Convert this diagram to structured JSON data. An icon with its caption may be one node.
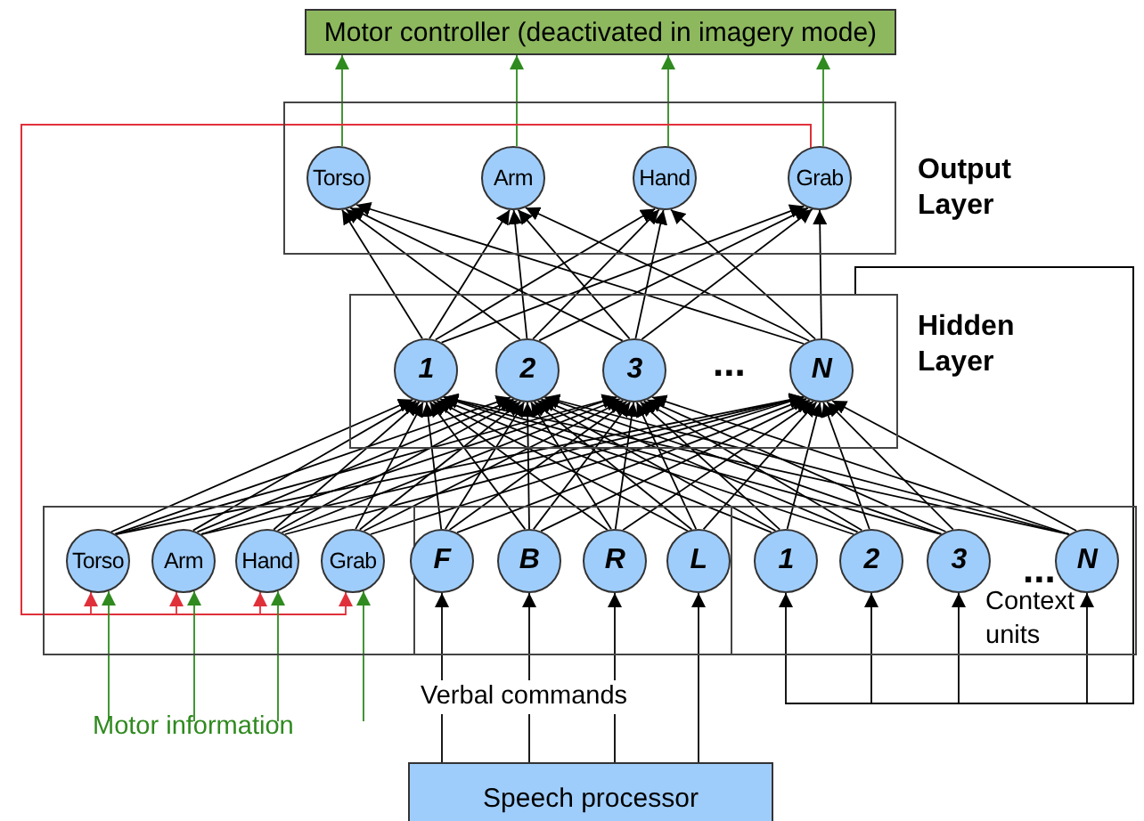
{
  "diagram": {
    "nodes": [
      {
        "text": [
          "Motor controller (deactivated in imagery mode)"
        ]
      },
      {
        "text": [
          "Output Layer"
        ]
      },
      {
        "text": [
          "Torso"
        ],
        "in": 1
      },
      {
        "text": [
          "Arm"
        ],
        "in": 1
      },
      {
        "text": [
          "Hand"
        ],
        "in": 1
      },
      {
        "text": [
          "Grab"
        ],
        "in": 1
      },
      {
        "text": [
          "Hidden Layer"
        ]
      },
      {
        "text": [
          "1"
        ],
        "in": 6
      },
      {
        "text": [
          "2"
        ],
        "in": 6
      },
      {
        "text": [
          "3"
        ],
        "in": 6
      },
      {
        "text": [
          "N"
        ],
        "in": 6
      },
      {
        "text": [],
        "shape": "box"
      },
      {
        "text": [
          "Torso"
        ],
        "in": 11
      },
      {
        "text": [
          "Arm"
        ],
        "in": 11
      },
      {
        "text": [
          "Hand"
        ],
        "in": 11
      },
      {
        "text": [
          "Grab"
        ],
        "in": 11
      },
      {
        "text": [],
        "shape": "box"
      },
      {
        "text": [
          "F"
        ],
        "in": 16
      },
      {
        "text": [
          "B"
        ],
        "in": 16
      },
      {
        "text": [
          "R"
        ],
        "in": 16
      },
      {
        "text": [
          "L"
        ],
        "in": 16
      },
      {
        "text": [
          "Context units"
        ]
      },
      {
        "text": [
          "1"
        ],
        "in": 21
      },
      {
        "text": [
          "2"
        ],
        "in": 21
      },
      {
        "text": [
          "3"
        ],
        "in": 21
      },
      {
        "text": [
          "N"
        ],
        "in": 21
      },
      {
        "text": [
          "Speech processor"
        ]
      },
      {
        "text": [
          "Motor information"
        ]
      }
    ],
    "edges": [
      {
        "from": 2,
        "to": 0,
        "arrow": "to",
        "color": "#2f8a1f"
      },
      {
        "from": 3,
        "to": 0,
        "arrow": "to",
        "color": "#2f8a1f"
      },
      {
        "from": 4,
        "to": 0,
        "arrow": "to",
        "color": "#2f8a1f"
      },
      {
        "from": 5,
        "to": 0,
        "arrow": "to",
        "color": "#2f8a1f"
      },
      {
        "from": 7,
        "to": 2,
        "arrow": "to"
      },
      {
        "from": 7,
        "to": 3,
        "arrow": "to"
      },
      {
        "from": 7,
        "to": 4,
        "arrow": "to"
      },
      {
        "from": 7,
        "to": 5,
        "arrow": "to"
      },
      {
        "from": 8,
        "to": 2,
        "arrow": "to"
      },
      {
        "from": 8,
        "to": 3,
        "arrow": "to"
      },
      {
        "from": 8,
        "to": 4,
        "arrow": "to"
      },
      {
        "from": 8,
        "to": 5,
        "arrow": "to"
      },
      {
        "from": 9,
        "to": 2,
        "arrow": "to"
      },
      {
        "from": 9,
        "to": 3,
        "arrow": "to"
      },
      {
        "from": 9,
        "to": 4,
        "arrow": "to"
      },
      {
        "from": 9,
        "to": 5,
        "arrow": "to"
      },
      {
        "from": 10,
        "to": 2,
        "arrow": "to"
      },
      {
        "from": 10,
        "to": 3,
        "arrow": "to"
      },
      {
        "from": 10,
        "to": 4,
        "arrow": "to"
      },
      {
        "from": 10,
        "to": 5,
        "arrow": "to"
      },
      {
        "from": 12,
        "to": 7,
        "arrow": "to"
      },
      {
        "from": 12,
        "to": 8,
        "arrow": "to"
      },
      {
        "from": 12,
        "to": 9,
        "arrow": "to"
      },
      {
        "from": 12,
        "to": 10,
        "arrow": "to"
      },
      {
        "from": 13,
        "to": 7,
        "arrow": "to"
      },
      {
        "from": 13,
        "to": 8,
        "arrow": "to"
      },
      {
        "from": 13,
        "to": 9,
        "arrow": "to"
      },
      {
        "from": 13,
        "to": 10,
        "arrow": "to"
      },
      {
        "from": 14,
        "to": 7,
        "arrow": "to"
      },
      {
        "from": 14,
        "to": 8,
        "arrow": "to"
      },
      {
        "from": 14,
        "to": 9,
        "arrow": "to"
      },
      {
        "from": 14,
        "to": 10,
        "arrow": "to"
      },
      {
        "from": 15,
        "to": 7,
        "arrow": "to"
      },
      {
        "from": 15,
        "to": 8,
        "arrow": "to"
      },
      {
        "from": 15,
        "to": 9,
        "arrow": "to"
      },
      {
        "from": 15,
        "to": 10,
        "arrow": "to"
      },
      {
        "from": 17,
        "to": 7,
        "arrow": "to"
      },
      {
        "from": 17,
        "to": 8,
        "arrow": "to"
      },
      {
        "from": 17,
        "to": 9,
        "arrow": "to"
      },
      {
        "from": 17,
        "to": 10,
        "arrow": "to"
      },
      {
        "from": 18,
        "to": 7,
        "arrow": "to"
      },
      {
        "from": 18,
        "to": 8,
        "arrow": "to"
      },
      {
        "from": 18,
        "to": 9,
        "arrow": "to"
      },
      {
        "from": 18,
        "to": 10,
        "arrow": "to"
      },
      {
        "from": 19,
        "to": 7,
        "arrow": "to"
      },
      {
        "from": 19,
        "to": 8,
        "arrow": "to"
      },
      {
        "from": 19,
        "to": 9,
        "arrow": "to"
      },
      {
        "from": 19,
        "to": 10,
        "arrow": "to"
      },
      {
        "from": 20,
        "to": 7,
        "arrow": "to"
      },
      {
        "from": 20,
        "to": 8,
        "arrow": "to"
      },
      {
        "from": 20,
        "to": 9,
        "arrow": "to"
      },
      {
        "from": 20,
        "to": 10,
        "arrow": "to"
      },
      {
        "from": 22,
        "to": 7,
        "arrow": "to"
      },
      {
        "from": 22,
        "to": 8,
        "arrow": "to"
      },
      {
        "from": 22,
        "to": 9,
        "arrow": "to"
      },
      {
        "from": 22,
        "to": 10,
        "arrow": "to"
      },
      {
        "from": 23,
        "to": 7,
        "arrow": "to"
      },
      {
        "from": 23,
        "to": 8,
        "arrow": "to"
      },
      {
        "from": 23,
        "to": 9,
        "arrow": "to"
      },
      {
        "from": 23,
        "to": 10,
        "arrow": "to"
      },
      {
        "from": 24,
        "to": 7,
        "arrow": "to"
      },
      {
        "from": 24,
        "to": 8,
        "arrow": "to"
      },
      {
        "from": 24,
        "to": 9,
        "arrow": "to"
      },
      {
        "from": 24,
        "to": 10,
        "arrow": "to"
      },
      {
        "from": 25,
        "to": 7,
        "arrow": "to"
      },
      {
        "from": 25,
        "to": 8,
        "arrow": "to"
      },
      {
        "from": 25,
        "to": 9,
        "arrow": "to"
      },
      {
        "from": 25,
        "to": 10,
        "arrow": "to"
      },
      {
        "from": 5,
        "to": 12,
        "arrow": "to",
        "color": "#e0303a"
      },
      {
        "from": 5,
        "to": 13,
        "arrow": "to",
        "color": "#e0303a"
      },
      {
        "from": 5,
        "to": 14,
        "arrow": "to",
        "color": "#e0303a"
      },
      {
        "from": 5,
        "to": 15,
        "arrow": "to",
        "color": "#e0303a"
      },
      {
        "from": 27,
        "to": 12,
        "arrow": "to",
        "color": "#2f8a1f"
      },
      {
        "from": 27,
        "to": 13,
        "arrow": "to",
        "color": "#2f8a1f"
      },
      {
        "from": 27,
        "to": 14,
        "arrow": "to",
        "color": "#2f8a1f"
      },
      {
        "from": 27,
        "to": 15,
        "arrow": "to",
        "color": "#2f8a1f"
      },
      {
        "from": 26,
        "to": 17,
        "arrow": "to"
      },
      {
        "from": 26,
        "to": 18,
        "arrow": "to"
      },
      {
        "from": 26,
        "to": 19,
        "arrow": "to"
      },
      {
        "from": 26,
        "to": 20,
        "arrow": "to"
      },
      {
        "from": 6,
        "to": 22,
        "arrow": "to"
      },
      {
        "from": 6,
        "to": 23,
        "arrow": "to"
      },
      {
        "from": 6,
        "to": 24,
        "arrow": "to"
      },
      {
        "from": 6,
        "to": 25,
        "arrow": "to"
      }
    ],
    "labels": [
      "...",
      "...",
      "Verbal commands"
    ]
  }
}
